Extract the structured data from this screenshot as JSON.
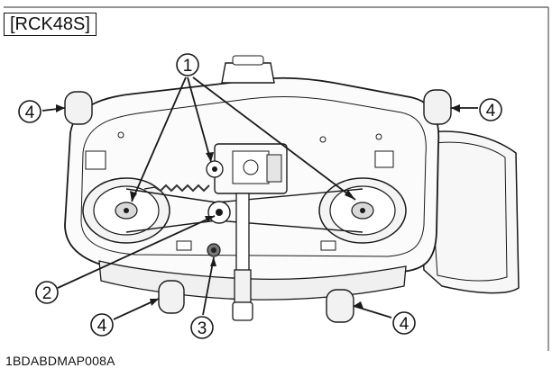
{
  "header": {
    "model_label": "[RCK48S]"
  },
  "callouts": {
    "c1": "1",
    "c2": "2",
    "c3": "3",
    "c4_top_left": "4",
    "c4_top_right": "4",
    "c4_bottom_left": "4",
    "c4_bottom_right": "4"
  },
  "footer": {
    "figure_id": "1BDABDMAP008A"
  },
  "colors": {
    "line": "#1a1a1a",
    "fill_light": "#f2f2f2",
    "fill_mid": "#d9d9d9",
    "spring": "#333333"
  }
}
